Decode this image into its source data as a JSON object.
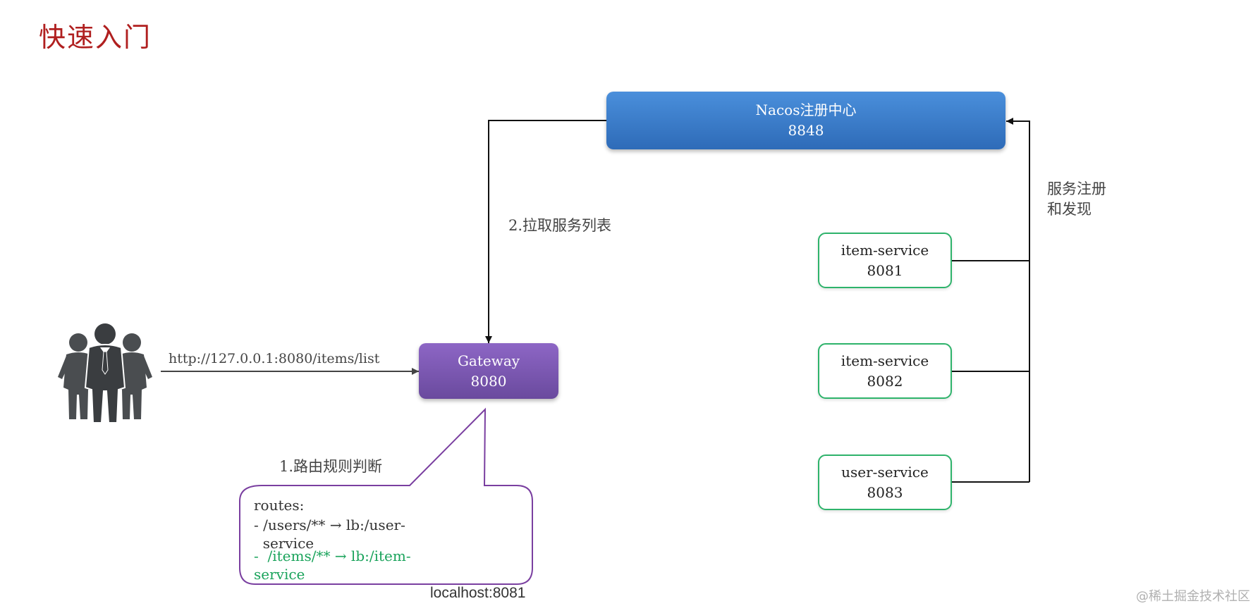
{
  "title": "快速入门",
  "nodes": {
    "nacos": {
      "name": "Nacos注册中心",
      "port": "8848"
    },
    "gateway": {
      "name": "Gateway",
      "port": "8080"
    },
    "services": [
      {
        "name": "item-service",
        "port": "8081"
      },
      {
        "name": "item-service",
        "port": "8082"
      },
      {
        "name": "user-service",
        "port": "8083"
      }
    ]
  },
  "labels": {
    "pull_list": "2.拉取服务列表",
    "registration_line1": "服务注册",
    "registration_line2": "和发现",
    "route_judge": "1.路由规则判断",
    "request_url": "http://127.0.0.1:8080/items/list"
  },
  "routes_box": {
    "header": "routes:",
    "rule1_line1": "- /users/** → lb:/user-",
    "rule1_line2": "  service",
    "rule2_line1": "-  /items/** → lb:/item-",
    "rule2_line2": "service"
  },
  "footer_text": "localhost:8081",
  "watermark": "@稀土掘金技术社区",
  "icons": [
    "people-group-icon"
  ],
  "colors": {
    "title": "#b01f1f",
    "nacos": "#3a7bc8",
    "gateway": "#7b58b2",
    "service_border": "#2eb36b",
    "callout_border": "#7a3fa0",
    "highlight_rule": "#1aa35b"
  }
}
